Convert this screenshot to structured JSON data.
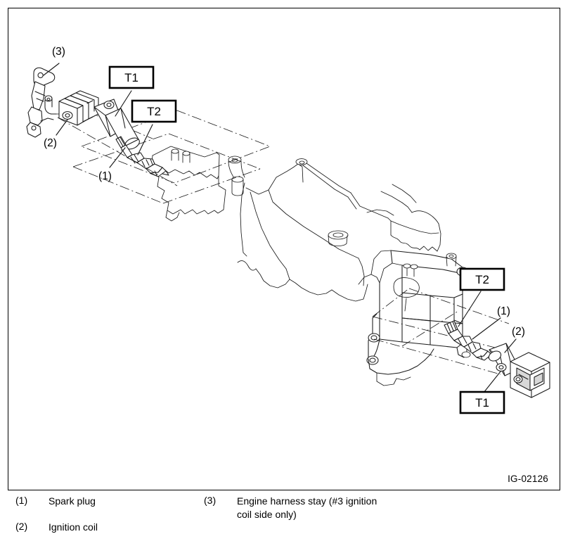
{
  "figure": {
    "id_label": "IG-02126",
    "torque_marks": [
      {
        "name": "t1-upper",
        "label": "T1"
      },
      {
        "name": "t2-upper",
        "label": "T2"
      },
      {
        "name": "t2-lower",
        "label": "T2"
      },
      {
        "name": "t1-lower",
        "label": "T1"
      }
    ],
    "callouts": [
      {
        "name": "callout-3-upper",
        "label": "(3)"
      },
      {
        "name": "callout-2-upper",
        "label": "(2)"
      },
      {
        "name": "callout-1-upper",
        "label": "(1)"
      },
      {
        "name": "callout-1-lower",
        "label": "(1)"
      },
      {
        "name": "callout-2-lower",
        "label": "(2)"
      }
    ]
  },
  "legend": {
    "column_left": [
      {
        "num": "(1)",
        "label": "Spark plug"
      },
      {
        "num": "(2)",
        "label": "Ignition coil"
      }
    ],
    "column_right": [
      {
        "num": "(3)",
        "label": "Engine harness stay (#3 ignition\ncoil side only)"
      }
    ]
  },
  "colors": {
    "line": "#1a1a1a",
    "frame": "#000000",
    "background": "#ffffff",
    "shade": "#d8d8d8"
  }
}
